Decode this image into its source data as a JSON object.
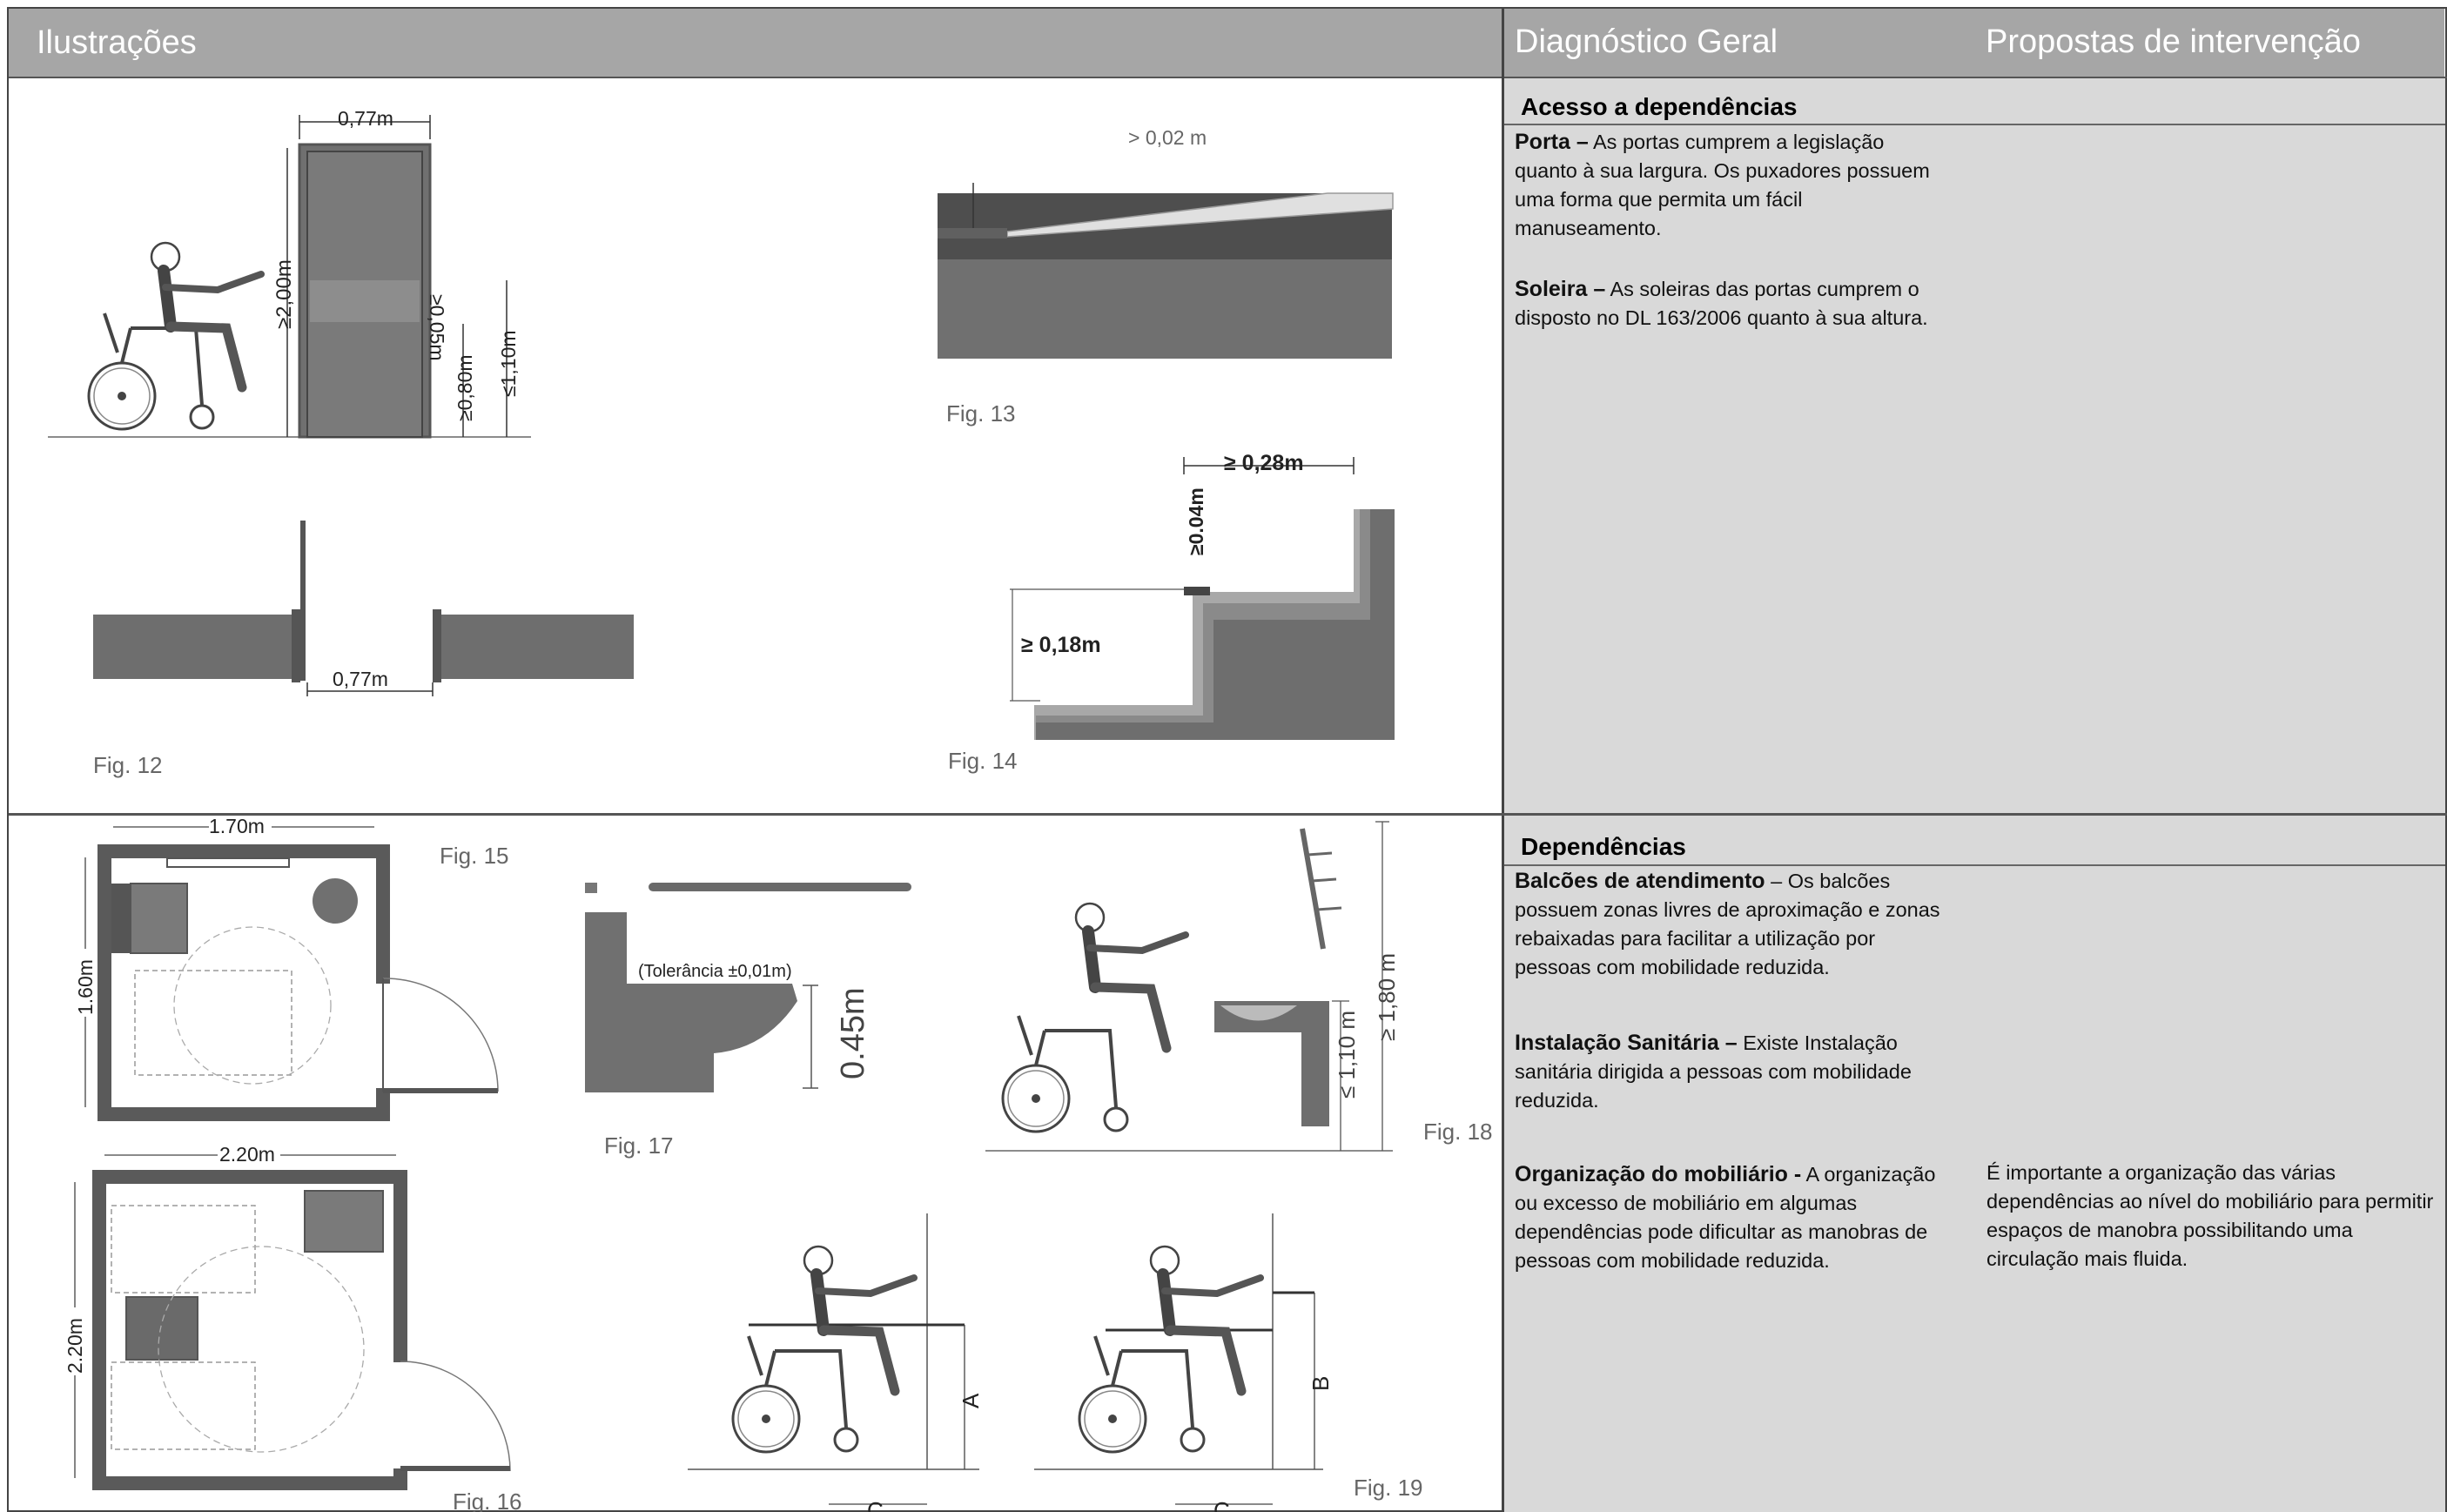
{
  "header": {
    "left_title": "Ilustrações",
    "diagnosis_title": "Diagnóstico Geral",
    "proposals_title": "Propostas de intervenção"
  },
  "section1": {
    "title": "Acesso a dependências",
    "items": [
      {
        "label": "Porta –",
        "text": " As portas cumprem a legislação quanto à sua largura. Os puxadores possuem uma forma que permita um fácil manuseamento."
      },
      {
        "label": "Soleira –",
        "text": " As soleiras das portas cumprem o disposto no DL 163/2006 quanto à sua altura."
      }
    ]
  },
  "section2": {
    "title": "Dependências",
    "items": [
      {
        "label": "Balcões de atendimento",
        "text": " – Os balcões possuem zonas livres de aproximação e zonas rebaixadas para facilitar a utilização por pessoas com mobilidade reduzida."
      },
      {
        "label": "Instalação Sanitária –",
        "text": " Existe Instalação sanitária dirigida a pessoas com mobilidade reduzida."
      },
      {
        "label": "Organização do mobiliário -",
        "text": " A organização ou excesso de mobiliário em algumas dependências pode dificultar as manobras de pessoas com mobilidade reduzida."
      }
    ],
    "proposal": "É importante a organização das várias dependências ao nível do mobiliário para permitir espaços de manobra possibilitando uma circulação mais fluida."
  },
  "figures": {
    "fig12": "Fig. 12",
    "fig13": "Fig. 13",
    "fig14": "Fig. 14",
    "fig15": "Fig. 15",
    "fig16": "Fig. 16",
    "fig17": "Fig. 17",
    "fig18": "Fig. 18",
    "fig19": "Fig. 19"
  },
  "dims": {
    "door_width": "0,77m",
    "door_height": "≥2,00m",
    "handle_band": "≥0,05m",
    "handle_min": "≥0,80m",
    "handle_max": "≤1,10m",
    "plan_width": "0,77m",
    "threshold": "> 0,02 m",
    "tread": "≥ 0,28m",
    "nosing": "≥0.04m",
    "riser": "≥ 0,18m",
    "wc1_w": "1.70m",
    "wc1_h": "1.60m",
    "wc2_w": "2.20m",
    "wc2_h": "2.20m",
    "tolerance": "(Tolerância ±0,01m)",
    "seat_h": "0.45m",
    "sink_max": "≤ 1,10 m",
    "mirror_h": "≥ 1,80 m",
    "label_a": "A",
    "label_b": "B",
    "label_c1": "C",
    "label_c2": "C"
  }
}
